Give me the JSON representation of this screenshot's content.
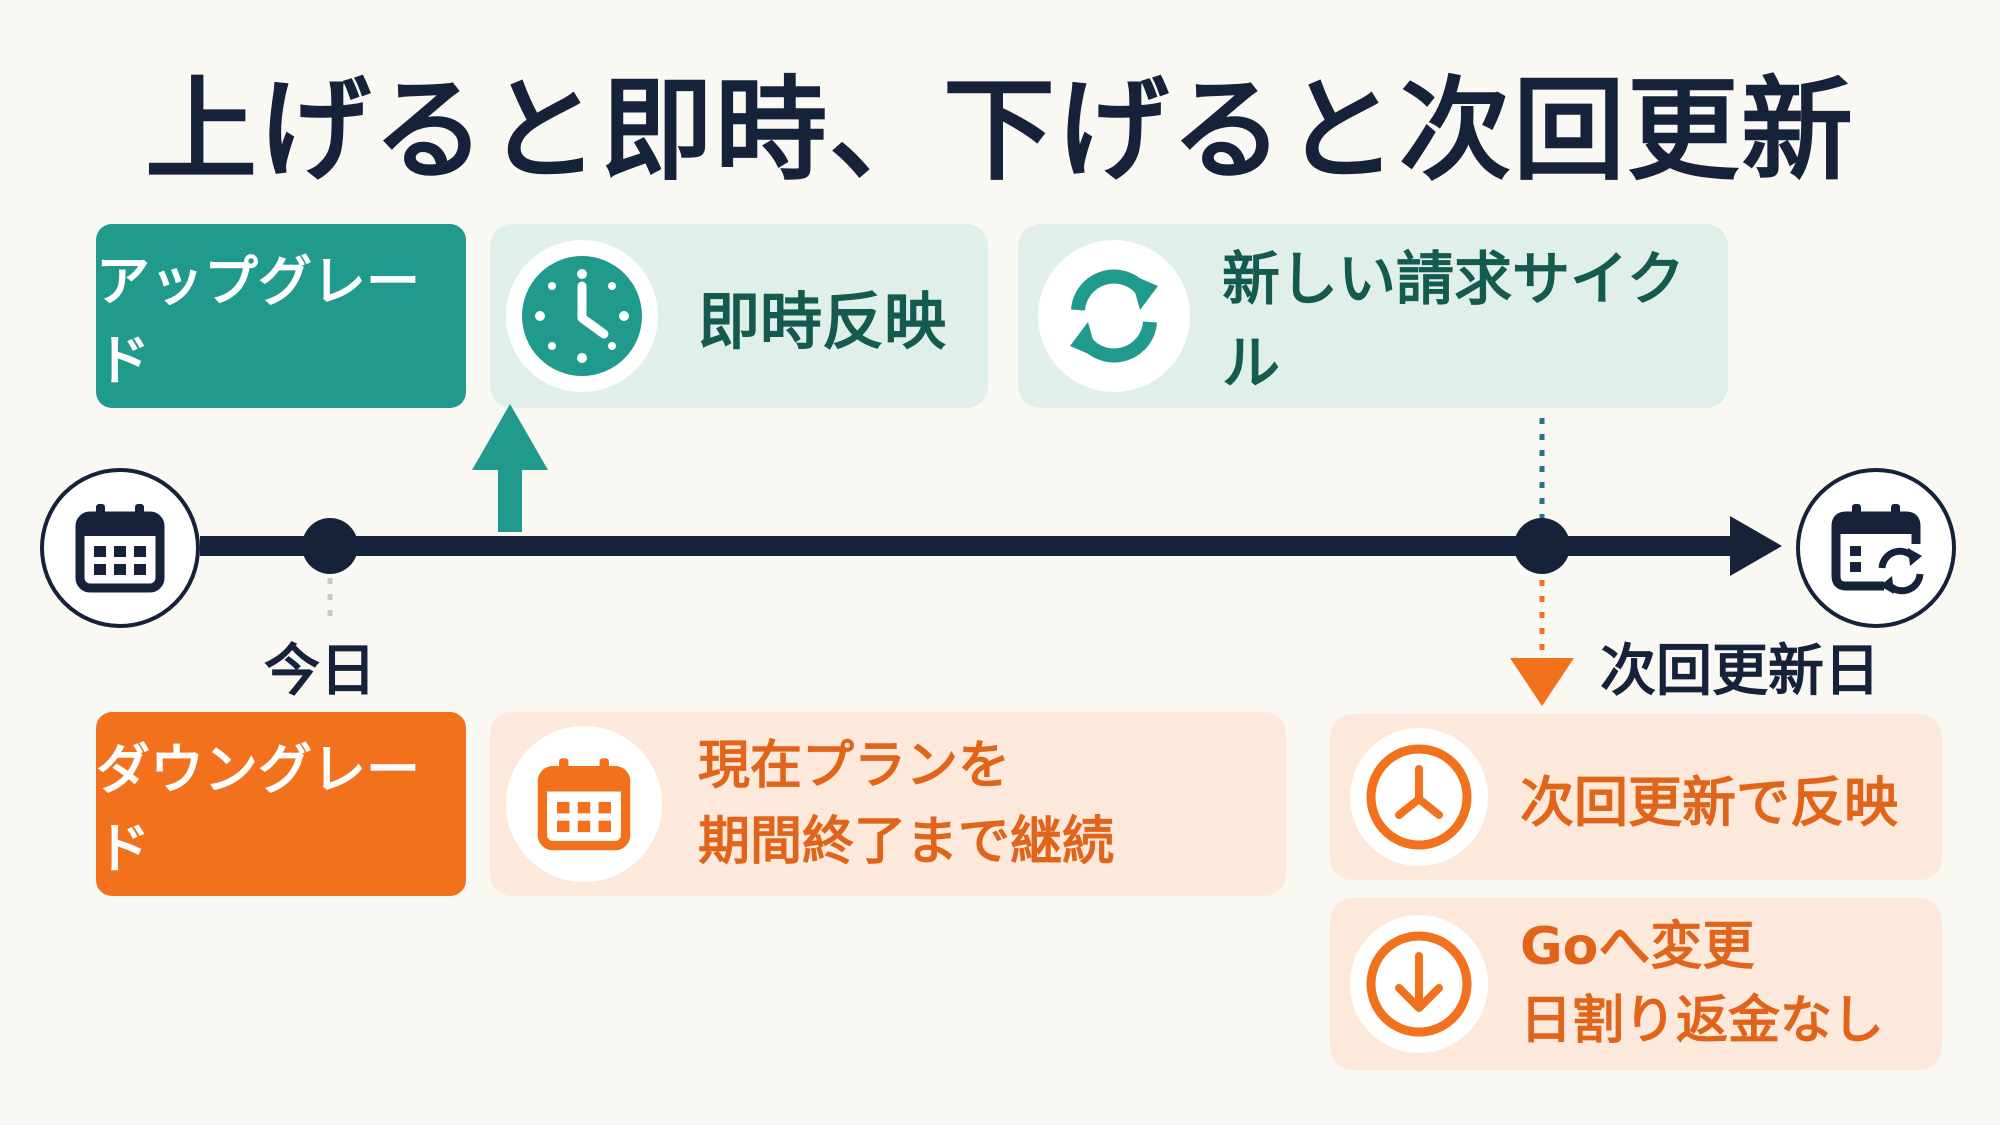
{
  "title": "上げると即時、下げると次回更新",
  "colors": {
    "dark": "#16213a",
    "teal": "#1f9a8c",
    "orange": "#f2711c",
    "teal_bg": "#e0efea",
    "orange_bg": "#fde9dc",
    "background": "#faf8f3"
  },
  "upgrade": {
    "label": "アップグレード",
    "card1": {
      "icon": "clock-icon",
      "text": "即時反映"
    },
    "card2": {
      "icon": "refresh-icon",
      "text": "新しい請求サイクル"
    }
  },
  "timeline": {
    "start_icon": "calendar-icon",
    "end_icon": "calendar-refresh-icon",
    "today_label": "今日",
    "renewal_label": "次回更新日"
  },
  "downgrade": {
    "label": "ダウングレード",
    "card1": {
      "icon": "calendar-icon",
      "line1": "現在プランを",
      "line2": "期間終了まで継続"
    },
    "card2": {
      "icon": "clock-icon",
      "text": "次回更新で反映"
    },
    "card3": {
      "icon": "down-arrow-icon",
      "line1": "Goへ変更",
      "line2": "日割り返金なし"
    }
  }
}
